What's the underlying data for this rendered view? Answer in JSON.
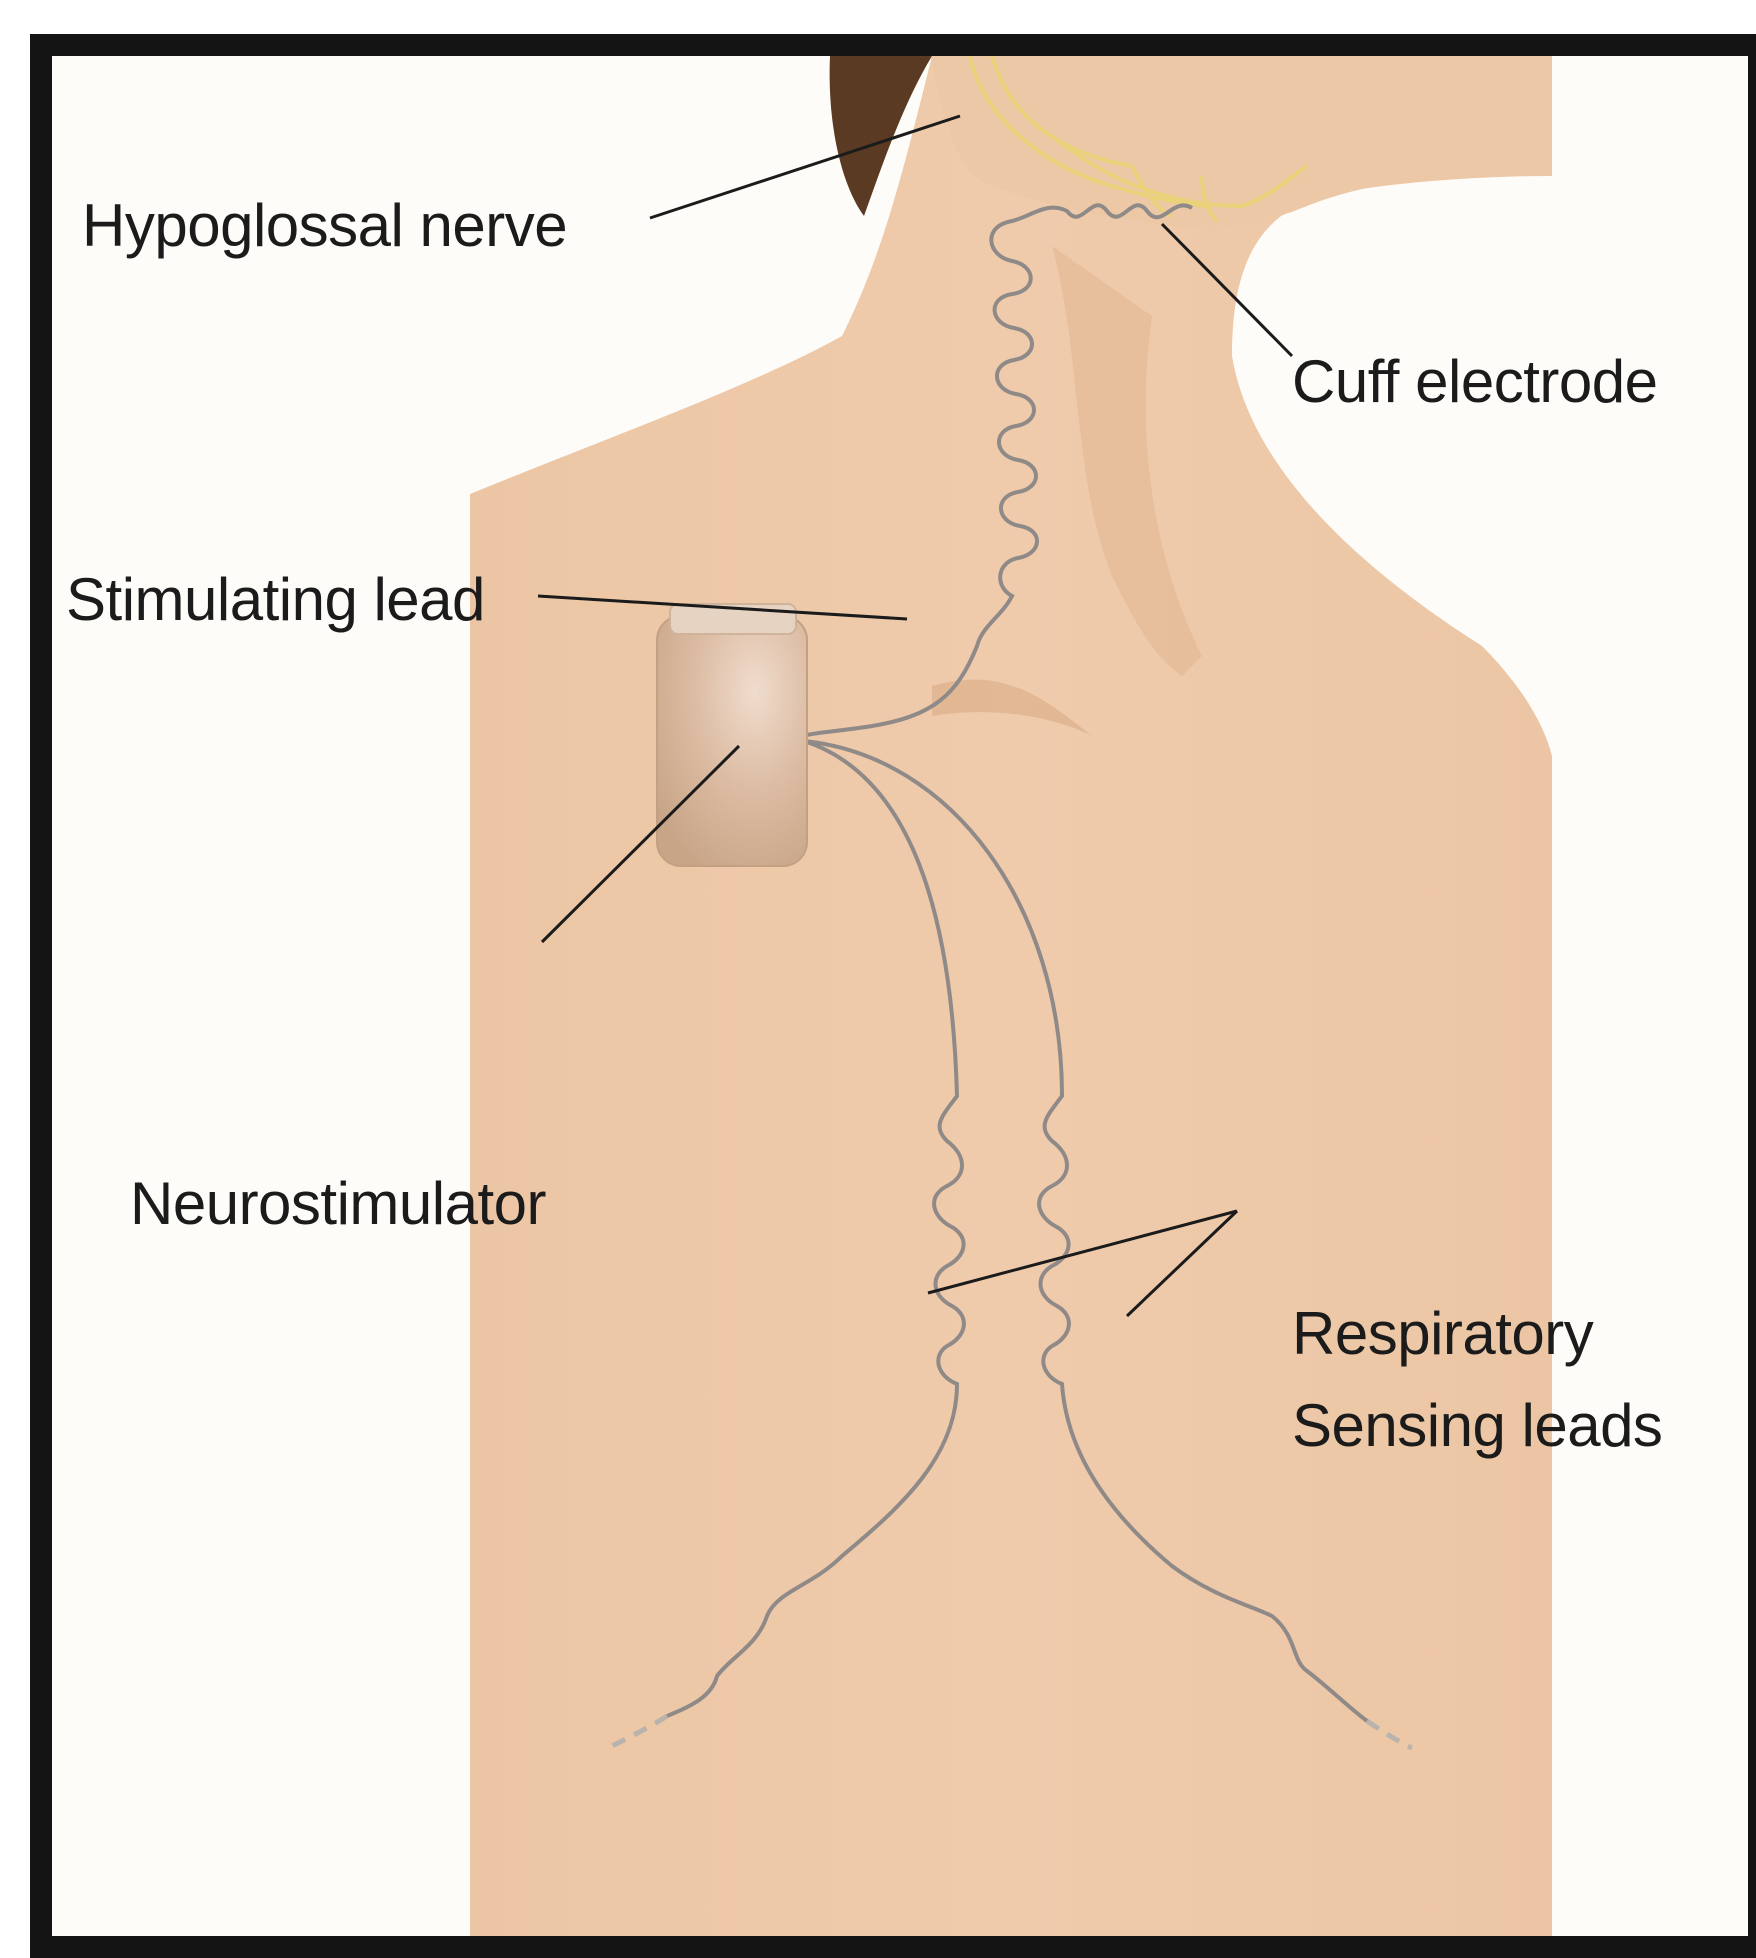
{
  "labels": {
    "hypoglossal_nerve": "Hypoglossal nerve",
    "cuff_electrode": "Cuff electrode",
    "stimulating_lead": "Stimulating lead",
    "neurostimulator": "Neurostimulator",
    "respiratory_sensing_line1": "Respiratory",
    "respiratory_sensing_line2": "Sensing leads"
  },
  "colors": {
    "frame": "#141414",
    "background": "#fefcf9",
    "skin": "#edc9a9",
    "skin_shadow": "#d8ae8a",
    "hair": "#5a3a22",
    "nerve": "#e9d27a",
    "lead": "#8f8a88",
    "device": "#d7b49a",
    "leader_line": "#1b1b1b"
  }
}
